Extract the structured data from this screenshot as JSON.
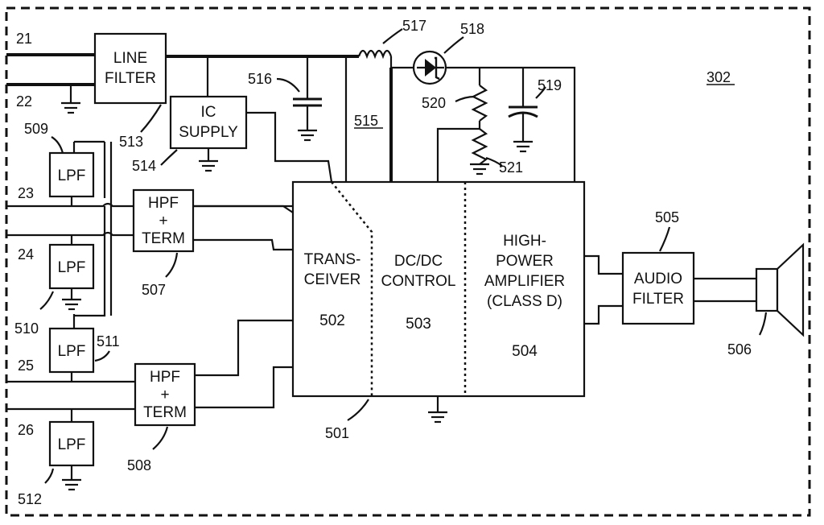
{
  "figure_ref": "302",
  "ports": [
    "21",
    "22",
    "23",
    "24",
    "25",
    "26"
  ],
  "blocks": {
    "line_filter": {
      "lines": [
        "LINE",
        "FILTER"
      ],
      "ref": "513"
    },
    "ic_supply": {
      "lines": [
        "IC",
        "SUPPLY"
      ],
      "ref": "514"
    },
    "lpf_509": {
      "label": "LPF",
      "ref": "509"
    },
    "lpf_510": {
      "label": "LPF",
      "ref": "510"
    },
    "lpf_511": {
      "label": "LPF",
      "ref": "511"
    },
    "lpf_512": {
      "label": "LPF",
      "ref": "512"
    },
    "hpf_507": {
      "lines": [
        "HPF",
        "+",
        "TERM"
      ],
      "ref": "507"
    },
    "hpf_508": {
      "lines": [
        "HPF",
        "+",
        "TERM"
      ],
      "ref": "508"
    },
    "transceiver": {
      "lines": [
        "TRANS-",
        "CEIVER"
      ],
      "ref": "502"
    },
    "dcdc_control": {
      "lines": [
        "DC/DC",
        "CONTROL"
      ],
      "ref": "503"
    },
    "amplifier": {
      "lines": [
        "HIGH-",
        "POWER",
        "AMPLIFIER",
        "(CLASS D)"
      ],
      "ref": "504"
    },
    "audio_filter": {
      "lines": [
        "AUDIO",
        "FILTER"
      ],
      "ref": "505"
    },
    "chip": {
      "ref": "501"
    },
    "speaker": {
      "ref": "506"
    }
  },
  "components": {
    "capacitor_516": "516",
    "transformer_515": "515",
    "inductor_517": "517",
    "diode_518": "518",
    "capacitor_519": "519",
    "resistor_520": "520",
    "resistor_521": "521"
  }
}
